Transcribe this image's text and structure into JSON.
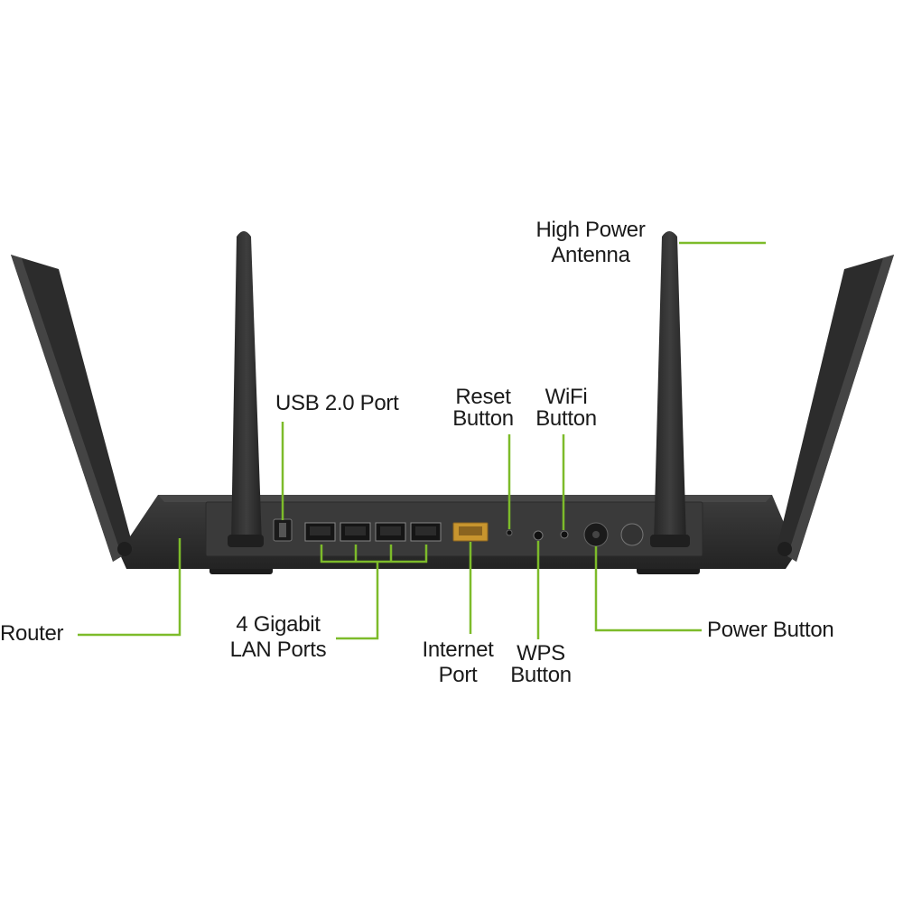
{
  "colors": {
    "leader_line": "#7dbb2a",
    "router_body": "#2f2f2f",
    "panel": "#3a3a3a",
    "internet_port": "#c8952e",
    "background": "#ffffff"
  },
  "labels": {
    "high_power_antenna": {
      "line1": "High Power",
      "line2": "Antenna"
    },
    "usb_port": {
      "line1": "USB 2.0 Port"
    },
    "reset_button": {
      "line1": "Reset",
      "line2": "Button"
    },
    "wifi_button": {
      "line1": "WiFi",
      "line2": "Button"
    },
    "router": {
      "line1": "Router"
    },
    "lan_ports": {
      "line1": "4 Gigabit",
      "line2": "LAN Ports"
    },
    "internet_port": {
      "line1": "Internet",
      "line2": "Port"
    },
    "wps_button": {
      "line1": "WPS",
      "line2": "Button"
    },
    "power_button": {
      "line1": "Power Button"
    }
  },
  "icons": [
    "router-icon",
    "antenna-icon",
    "usb-port-icon",
    "ethernet-port-icon",
    "power-jack-icon"
  ]
}
